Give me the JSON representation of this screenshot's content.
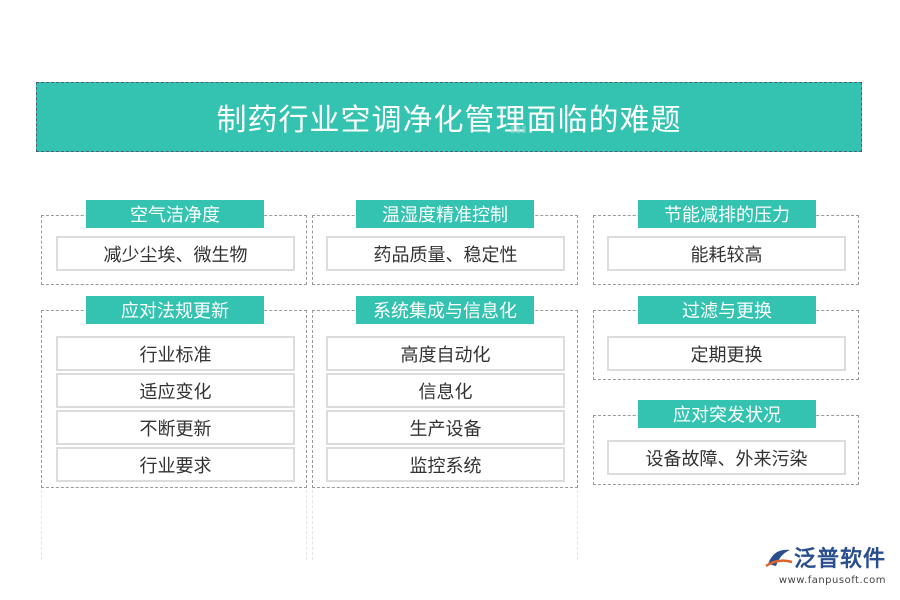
{
  "title": "制药行业空调净化管理面临的难题",
  "panels": {
    "air_cleanliness": {
      "header": "空气洁净度",
      "items": [
        "减少尘埃、微生物"
      ]
    },
    "temp_humidity": {
      "header": "温湿度精准控制",
      "items": [
        "药品质量、稳定性"
      ]
    },
    "energy_pressure": {
      "header": "节能减排的压力",
      "items": [
        "能耗较高"
      ]
    },
    "regulations": {
      "header": "应对法规更新",
      "items": [
        "行业标准",
        "适应变化",
        "不断更新",
        "行业要求"
      ]
    },
    "integration": {
      "header": "系统集成与信息化",
      "items": [
        "高度自动化",
        "信息化",
        "生产设备",
        "监控系统"
      ]
    },
    "filter_replace": {
      "header": "过滤与更换",
      "items": [
        "定期更换"
      ]
    },
    "emergency": {
      "header": "应对突发状况",
      "items": [
        "设备故障、外来污染"
      ]
    }
  },
  "logo": {
    "name": "泛普软件",
    "url": "www.fanpusoft.com",
    "icon": "fanpu-logo-icon"
  },
  "colors": {
    "accent": "#35c3b1",
    "title_text": "#ffffff",
    "border": "#9a9a9a",
    "logo_text": "#2a4f8f"
  }
}
